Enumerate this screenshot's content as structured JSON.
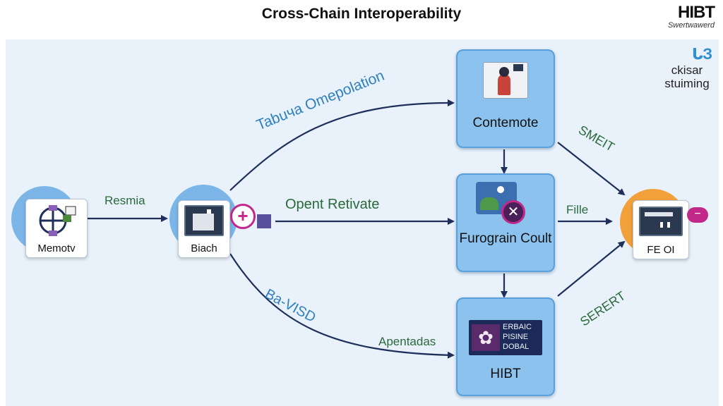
{
  "header": {
    "title": "Cross-Chain Interoperability",
    "brand_name": "HIBT",
    "brand_tagline": "Swertwawerd"
  },
  "side_logo": {
    "mark": "ᒐЗ",
    "text": "ckisar stuiming"
  },
  "nodes": {
    "left": {
      "label": "Memotv"
    },
    "source": {
      "label": "Biach"
    },
    "top_box": {
      "label": "Contemote"
    },
    "middle_box": {
      "label": "Furograin Coult"
    },
    "bottom_box": {
      "label": "HIBT",
      "panel_text": "ERBAIC PISINE DOBAL"
    },
    "target": {
      "label": "FE OI"
    }
  },
  "edges": {
    "left_to_source": "Resmia",
    "source_to_top": "Tabuча Omepolation",
    "source_to_middle": "Opent Retivate",
    "source_to_bottom_upper": "Ba-VISD",
    "source_to_bottom_lower": "Apentadas",
    "top_to_target": "SMEIT",
    "middle_to_target": "Fille",
    "bottom_to_target": "SERERT"
  },
  "colors": {
    "background": "#e9f2fb",
    "box_fill": "#8cc2ee",
    "box_border": "#5a9fda",
    "arrow": "#1d2f5a",
    "accent_magenta": "#c2288a",
    "target_ring": "#f2a03a",
    "label_green": "#2a6a3a",
    "label_blue": "#2f80c0"
  }
}
